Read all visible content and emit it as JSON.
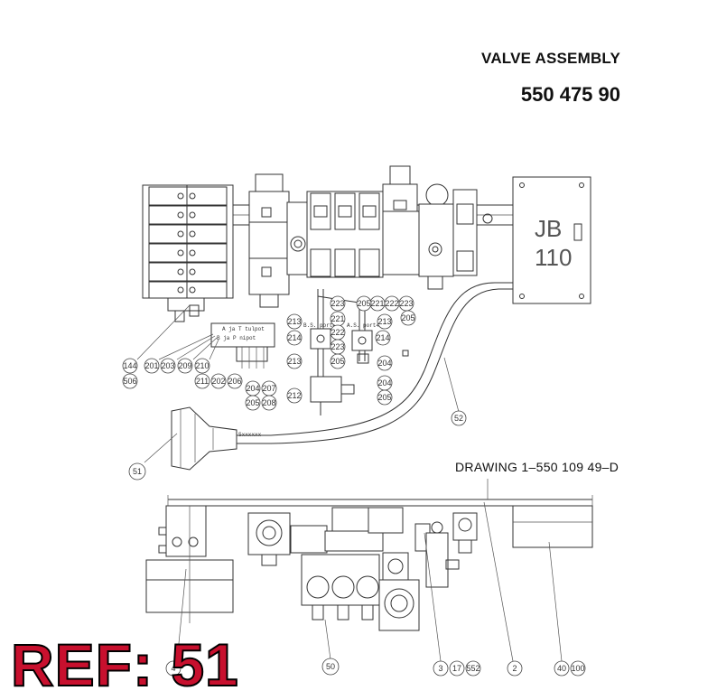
{
  "header": {
    "title": "VALVE ASSEMBLY",
    "part_number": "550 475 90"
  },
  "drawing_label": "DRAWING  1–550 109 49–D",
  "ref_label": "REF: 51",
  "junction_box": {
    "line1": "JB",
    "line2": "110"
  },
  "block_labels": {
    "ports": "A  ja  T  tulpot",
    "ports2": "B  ja  P  nipot",
    "left_port": "B.S. port4",
    "right_port": "A.S. port4",
    "hose_tag": "Sxxxxxx"
  },
  "callouts_top": [
    "213",
    "221",
    "222",
    "223",
    "221",
    "213",
    "214",
    "205",
    "223",
    "213",
    "214",
    "205",
    "204",
    "212",
    "204",
    "205",
    "222",
    "223",
    "205",
    "52",
    "144",
    "506",
    "201",
    "203",
    "209",
    "210",
    "211",
    "202",
    "206",
    "204",
    "207",
    "205",
    "208",
    "51"
  ],
  "callouts_bottom": [
    "4",
    "50",
    "3",
    "17",
    "552",
    "2",
    "40",
    "100"
  ]
}
